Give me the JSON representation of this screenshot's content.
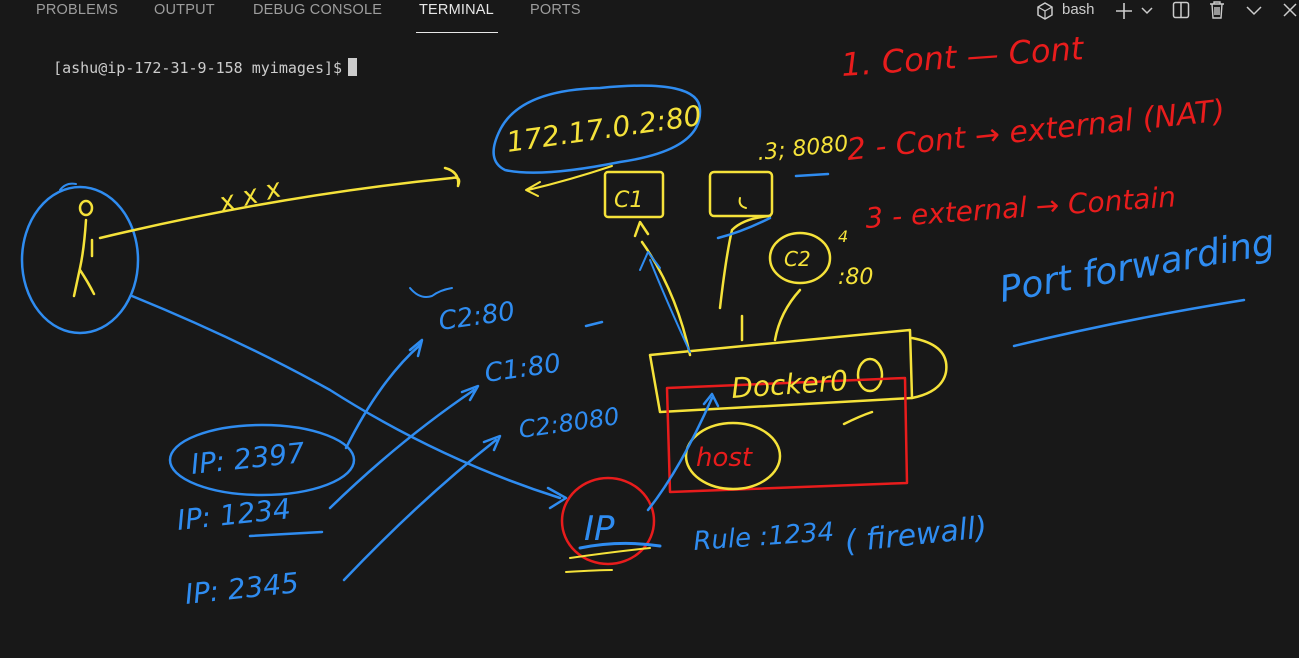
{
  "tabs": [
    {
      "label": "PROBLEMS"
    },
    {
      "label": "OUTPUT"
    },
    {
      "label": "DEBUG CONSOLE"
    },
    {
      "label": "TERMINAL",
      "active": true
    },
    {
      "label": "PORTS"
    }
  ],
  "actions": {
    "shell_label": "bash",
    "shell_icon": "terminal-profile-icon",
    "new_icon": "plus-icon",
    "dropdown_icon": "chevron-down-icon",
    "split_icon": "split-terminal-icon",
    "trash_icon": "trash-icon",
    "maximize_icon": "chevron-up-icon",
    "close_icon": "close-icon"
  },
  "terminal": {
    "prompt": "[ashu@ip-172-31-9-158 myimages]$"
  },
  "annotations": {
    "ip_address": "172.17.0.2:80",
    "blocked": "x x x",
    "port_8080": ".3; 8080",
    "c1_box": "C1",
    "c2_box": "C2",
    "c2_port": ":80",
    "c2_port_num": "4",
    "left_c2": "C2:80",
    "left_c1": "C1:80",
    "left_c2_8080": "C2:8080",
    "ip_2397": "IP: 2397",
    "ip_1234": "IP: 1234",
    "ip_2345": "IP: 2345",
    "docker0": "Docker0",
    "host": "host",
    "host_ip": "IP",
    "rule": "Rule :1234",
    "firewall": "( firewall)",
    "list_1": "1. Cont — Cont",
    "list_2": "2 - Cont → external (NAT)",
    "list_3": "3 - external → Contain",
    "port_forwarding": "Port forwarding"
  },
  "colors": {
    "blue_ink": "#2f8cf0",
    "yellow_ink": "#f5e23a",
    "red_ink": "#e81c1c",
    "background": "#181818",
    "tab_text": "#9d9d9d",
    "active_tab": "#e7e7e7"
  }
}
